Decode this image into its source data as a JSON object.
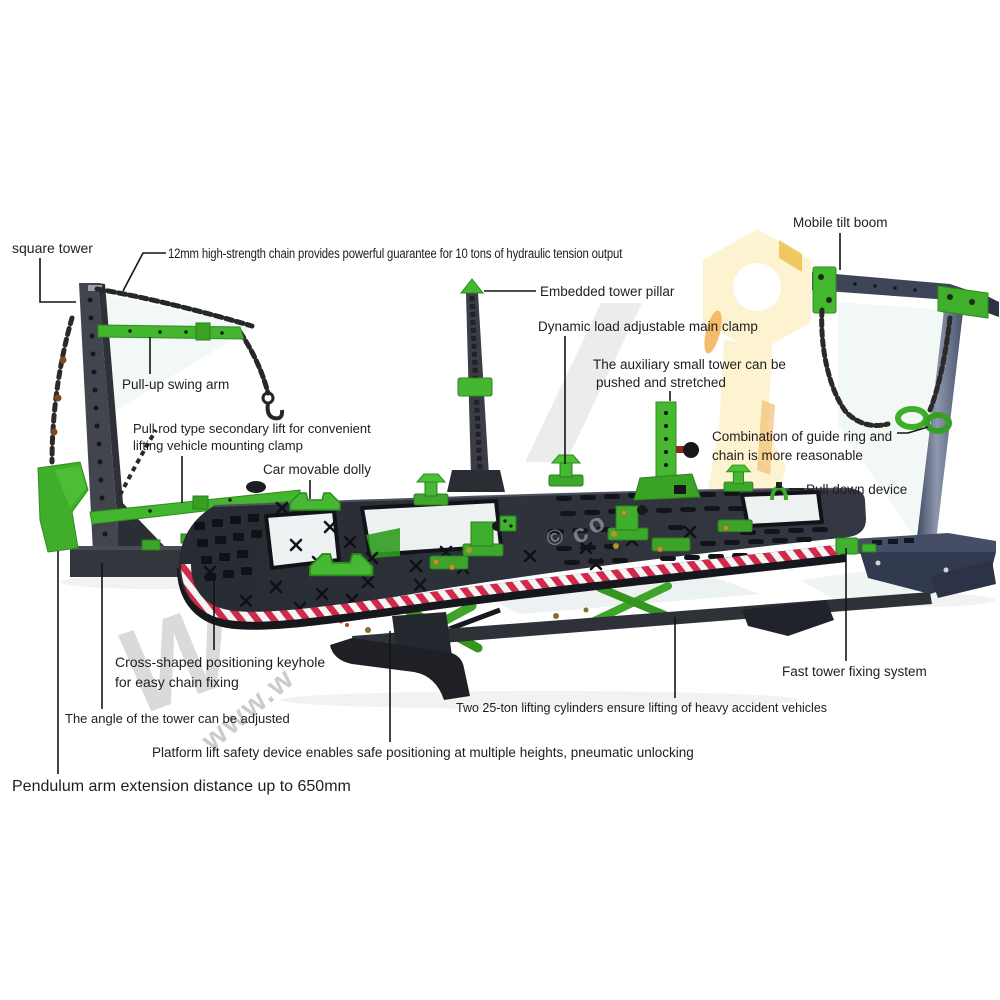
{
  "labels": {
    "square_tower": "square tower",
    "chain_12mm": "12mm high-strength chain provides powerful guarantee for 10 tons of hydraulic tension output",
    "mobile_tilt_boom": "Mobile tilt boom",
    "embedded_tower_pillar": "Embedded tower pillar",
    "dynamic_main_clamp": "Dynamic load adjustable main clamp",
    "aux_tower_line1": "The auxiliary small tower can be",
    "aux_tower_line2": "pushed and stretched",
    "pull_up_swing_arm": "Pull-up swing arm",
    "pull_rod_line1": "Pull rod type secondary lift for convenient",
    "pull_rod_line2": "lifting  vehicle mounting clamp",
    "car_movable_dolly": "Car movable dolly",
    "guide_ring_line1": "Combination of guide ring and",
    "guide_ring_line2": "chain is more reasonable",
    "pull_down_device": "Pull down device",
    "cross_keyhole_line1": "Cross-shaped positioning keyhole",
    "cross_keyhole_line2": "for easy chain fixing",
    "tower_angle": "The angle of the tower can be adjusted",
    "two_cylinders": "Two 25-ton lifting cylinders ensure lifting of heavy accident vehicles",
    "platform_safety": "Platform lift safety device enables safe positioning at multiple heights, pneumatic unlocking",
    "fast_tower_fixing": "Fast tower fixing system",
    "pendulum_arm": "Pendulum arm extension distance up to 650mm"
  },
  "watermark": {
    "big_letter": "W",
    "site_text": "www.w",
    "copyright_symbol": "©",
    "domain_fragment": "co"
  },
  "colors": {
    "accent_green": "#3fb32c",
    "deck_dark": "#2c2f37",
    "tower_gray": "#42454d",
    "tower_navy": "#3f4a63",
    "hazard_red": "#d0294b",
    "label_text": "#1e1e1e",
    "watermark_yellow": "#fdf3cf",
    "watermark_gray": "#c9c9c9"
  }
}
